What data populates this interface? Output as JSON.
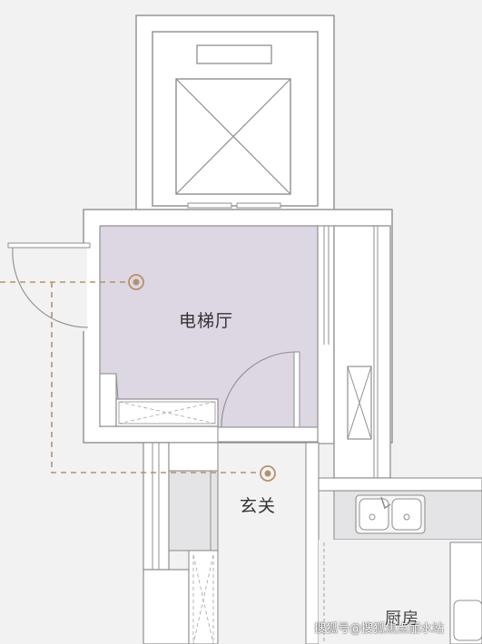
{
  "rooms": {
    "elevator_hall": "电梯厅",
    "foyer": "玄关",
    "kitchen": "厨房"
  },
  "watermark": "搜狐号@搜狐焦点丽水站",
  "colors": {
    "wall": "#ffffff",
    "line": "#8f8f8f",
    "hall_fill": "#ddd6e3",
    "cabinet_fill": "#e4e4e6",
    "sink_fill": "#f6f6f6",
    "marker": "#b4916b"
  }
}
